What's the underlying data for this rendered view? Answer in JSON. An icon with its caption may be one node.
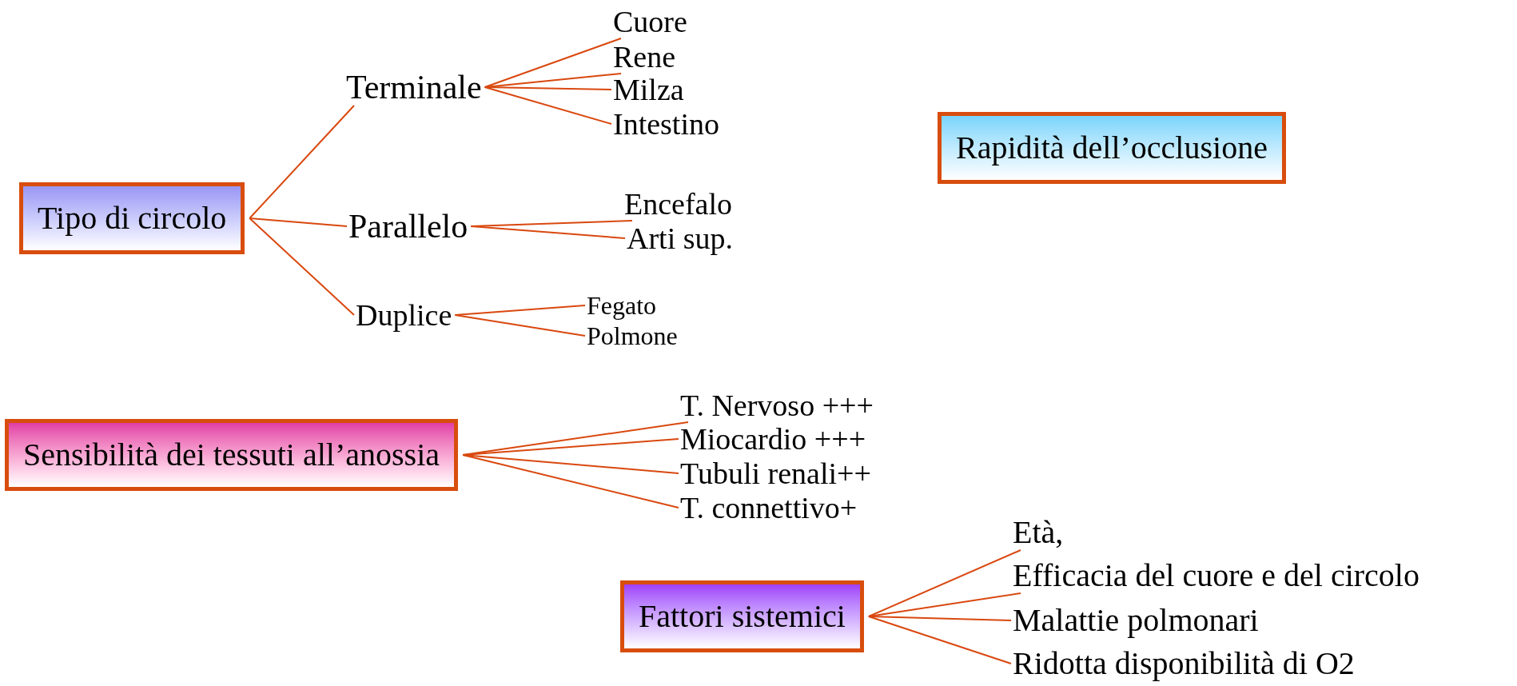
{
  "diagram": {
    "nodes": [
      {
        "text": [
          "Tipo di circolo"
        ]
      },
      {
        "text": [
          "Terminale"
        ]
      },
      {
        "text": [
          "Cuore"
        ]
      },
      {
        "text": [
          "Rene"
        ]
      },
      {
        "text": [
          "Milza"
        ]
      },
      {
        "text": [
          "Intestino"
        ]
      },
      {
        "text": [
          "Parallelo"
        ]
      },
      {
        "text": [
          "Encefalo"
        ]
      },
      {
        "text": [
          "Arti sup."
        ]
      },
      {
        "text": [
          "Duplice"
        ]
      },
      {
        "text": [
          "Fegato"
        ]
      },
      {
        "text": [
          "Polmone"
        ]
      },
      {
        "text": [
          "Rapidità dell’occlusione"
        ]
      },
      {
        "text": [
          "Sensibilità dei tessuti all’anossia"
        ]
      },
      {
        "text": [
          "T. Nervoso +++"
        ]
      },
      {
        "text": [
          "Miocardio +++"
        ]
      },
      {
        "text": [
          "Tubuli renali++"
        ]
      },
      {
        "text": [
          "T. connettivo+"
        ]
      },
      {
        "text": [
          "Fattori sistemici"
        ]
      },
      {
        "text": [
          "Età,"
        ]
      },
      {
        "text": [
          "Efficacia del cuore e del circolo"
        ]
      },
      {
        "text": [
          "Malattie polmonari"
        ]
      },
      {
        "text": [
          "Ridotta disponibilità di O2"
        ]
      }
    ],
    "edges": [
      {
        "from": 0,
        "to": 1,
        "arrow": "none"
      },
      {
        "from": 0,
        "to": 6,
        "arrow": "none"
      },
      {
        "from": 0,
        "to": 9,
        "arrow": "none"
      },
      {
        "from": 1,
        "to": 2,
        "arrow": "none"
      },
      {
        "from": 1,
        "to": 3,
        "arrow": "none"
      },
      {
        "from": 1,
        "to": 4,
        "arrow": "none"
      },
      {
        "from": 1,
        "to": 5,
        "arrow": "none"
      },
      {
        "from": 6,
        "to": 7,
        "arrow": "none"
      },
      {
        "from": 6,
        "to": 8,
        "arrow": "none"
      },
      {
        "from": 9,
        "to": 10,
        "arrow": "none"
      },
      {
        "from": 9,
        "to": 11,
        "arrow": "none"
      },
      {
        "from": 13,
        "to": 14,
        "arrow": "none"
      },
      {
        "from": 13,
        "to": 15,
        "arrow": "none"
      },
      {
        "from": 13,
        "to": 16,
        "arrow": "none"
      },
      {
        "from": 13,
        "to": 17,
        "arrow": "none"
      },
      {
        "from": 18,
        "to": 19,
        "arrow": "none"
      },
      {
        "from": 18,
        "to": 20,
        "arrow": "none"
      },
      {
        "from": 18,
        "to": 21,
        "arrow": "none"
      },
      {
        "from": 18,
        "to": 22,
        "arrow": "none"
      }
    ]
  }
}
